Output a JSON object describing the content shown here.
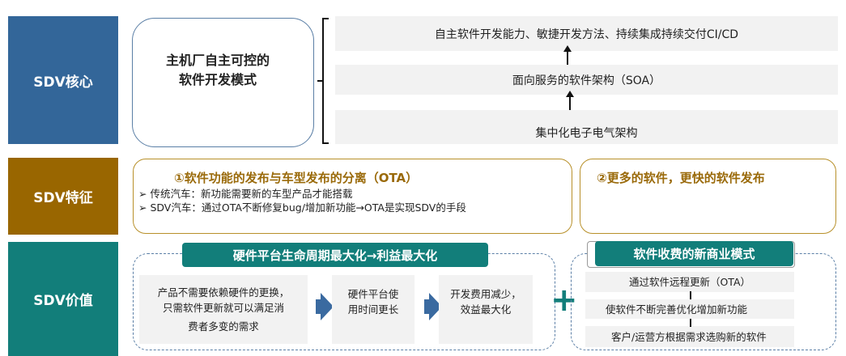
{
  "rows": {
    "core": {
      "label": "SDV核心",
      "color": "#336699"
    },
    "feature": {
      "label": "SDV特征",
      "color": "#996600"
    },
    "value": {
      "label": "SDV价值",
      "color": "#127e7a"
    }
  },
  "core": {
    "mode_line1": "主机厂自主可控的",
    "mode_line2": "软件开发模式",
    "layers": [
      "自主软件开发能力、敏捷开发方法、持续集成持续交付CI/CD",
      "面向服务的软件架构（SOA）",
      "集中化电子电气架构"
    ]
  },
  "feature": {
    "left_title": "①软件功能的发布与车型发布的分离（OTA）",
    "bullets": [
      "传统汽车：新功能需要新的车型产品才能搭载",
      "SDV汽车：通过OTA不断修复bug/增加新功能→OTA是实现SDV的手段"
    ],
    "bullet_marker": "➢",
    "right_title": "②更多的软件，更快的软件发布"
  },
  "value": {
    "left_header": "硬件平台生命周期最大化→利益最大化",
    "steps": [
      {
        "line1": "产品不需要依赖硬件的更换，",
        "line2": "只需软件更新就可以满足消",
        "line3": "费者多变的需求"
      },
      {
        "line1": "硬件平台使",
        "line2": "用时间更长"
      },
      {
        "line1": "开发费用减少，",
        "line2": "效益最大化"
      }
    ],
    "plus": "+",
    "right_header": "软件收费的新商业模式",
    "flow": [
      "通过软件远程更新（OTA）",
      "使软件不断完善优化增加新功能",
      "客户/运营方根据需求选购新的软件"
    ]
  }
}
